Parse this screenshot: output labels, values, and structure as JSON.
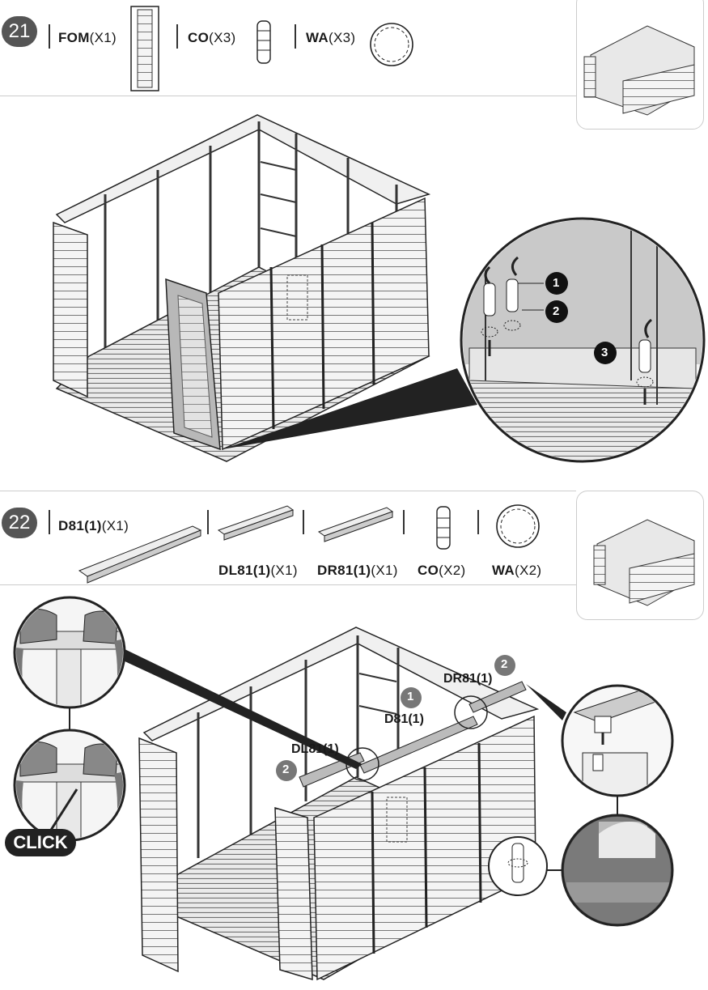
{
  "step21": {
    "number": "21",
    "parts": [
      {
        "code": "FOM",
        "qty": "(X1)"
      },
      {
        "code": "CO",
        "qty": "(X3)"
      },
      {
        "code": "WA",
        "qty": "(X3)"
      }
    ],
    "callouts": [
      "1",
      "2",
      "3"
    ]
  },
  "step22": {
    "number": "22",
    "parts": [
      {
        "code": "D81",
        "sub": "(1)",
        "qty": "(X1)"
      },
      {
        "code": "DL81",
        "sub": "(1)",
        "qty": "(X1)"
      },
      {
        "code": "DR81",
        "sub": "(1)",
        "qty": "(X1)"
      },
      {
        "code": "CO",
        "qty": "(X2)"
      },
      {
        "code": "WA",
        "qty": "(X2)"
      }
    ],
    "labels": {
      "dr81": "DR81(1)",
      "d81": "D81(1)",
      "dl81": "DL81(1)",
      "num1": "1",
      "num2a": "2",
      "num2b": "2"
    },
    "click_text": "CLICK"
  }
}
